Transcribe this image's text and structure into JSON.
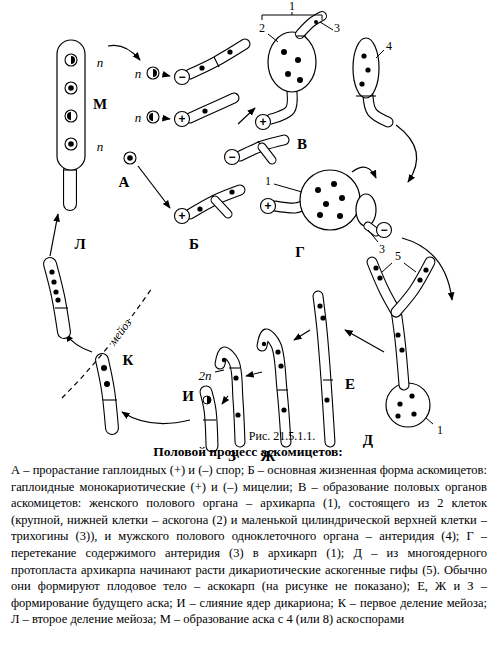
{
  "diagram": {
    "title": "Половой процесс аскомицетов:",
    "caption": "А – прорастание гаплоидных (+) и (–) спор; Б – основная жизненная форма аскомицетов: гаплоидные монокариотические (+) и (–) мицелии; В – образование половых органов аскомицетов: женского полового органа – архикарпа (1), состоящего из 2 клеток (крупной, нижней клетки – аскогона (2) и маленькой цилиндрической верхней клетки – трихогины (3)), и мужского полового одноклеточного органа – антеридия (4); Г – перетекание содержимого антеридия (3) в архикарп (1); Д – из многоядерного протопласта архикарпа начинают расти дикариотические аскогенные гифы (5). Обычно они формируют плодовое тело – аскокарп (на рисунке не показано); Е, Ж и З – формирование будущего аска; И – слияние ядер дикариона; К – первое деление мейоза; Л – второе деление мейоза; М – образование аска с 4 (или 8) аскоспорами",
    "labels": [
      "n",
      "n",
      "А",
      "−",
      "+",
      "−",
      "+",
      "Б",
      "1",
      "2",
      "3",
      "4",
      "+",
      "В",
      "1",
      "+",
      "−",
      "3",
      "Г",
      "5",
      "1",
      "Д",
      "Е",
      "Ж",
      "З",
      "2n",
      "И",
      "мейоз",
      "К",
      "Л",
      "n",
      "n",
      "М",
      "Рис. 21.5.1.1."
    ]
  }
}
